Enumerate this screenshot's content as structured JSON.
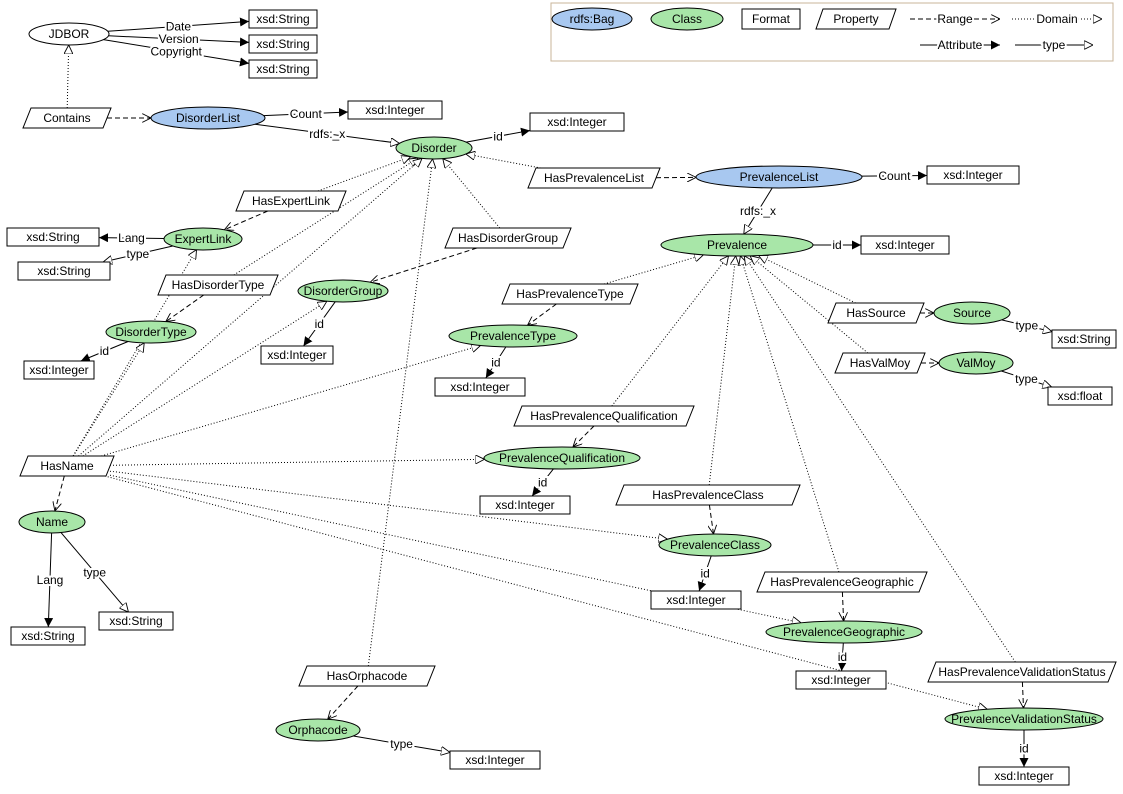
{
  "legend": {
    "bag": "rdfs:Bag",
    "class": "Class",
    "format": "Format",
    "property": "Property",
    "range": "Range",
    "domain": "Domain",
    "attribute": "Attribute",
    "type": "type"
  },
  "colors": {
    "class_fill": "#a8e6a8",
    "bag_fill": "#a8c8f0",
    "stroke": "#000000",
    "legend_border": "#c8b49a"
  },
  "nodes": [
    {
      "id": "jdbor",
      "kind": "root",
      "label": "JDBOR"
    },
    {
      "id": "s_date",
      "kind": "format",
      "label": "xsd:String"
    },
    {
      "id": "s_version",
      "kind": "format",
      "label": "xsd:String"
    },
    {
      "id": "s_copy",
      "kind": "format",
      "label": "xsd:String"
    },
    {
      "id": "contains",
      "kind": "property",
      "label": "Contains"
    },
    {
      "id": "disorderlist",
      "kind": "bag",
      "label": "DisorderList"
    },
    {
      "id": "i_dlcount",
      "kind": "format",
      "label": "xsd:Integer"
    },
    {
      "id": "disorder",
      "kind": "class",
      "label": "Disorder"
    },
    {
      "id": "i_disid",
      "kind": "format",
      "label": "xsd:Integer"
    },
    {
      "id": "hasprevlist",
      "kind": "property",
      "label": "HasPrevalenceList"
    },
    {
      "id": "prevlist",
      "kind": "bag",
      "label": "PrevalenceList"
    },
    {
      "id": "i_plcount",
      "kind": "format",
      "label": "xsd:Integer"
    },
    {
      "id": "hasexpertlink",
      "kind": "property",
      "label": "HasExpertLink"
    },
    {
      "id": "expertlink",
      "kind": "class",
      "label": "ExpertLink"
    },
    {
      "id": "s_el1",
      "kind": "format",
      "label": "xsd:String"
    },
    {
      "id": "s_el2",
      "kind": "format",
      "label": "xsd:String"
    },
    {
      "id": "hasdisordergroup",
      "kind": "property",
      "label": "HasDisorderGroup"
    },
    {
      "id": "prevalence",
      "kind": "class",
      "label": "Prevalence"
    },
    {
      "id": "i_previd",
      "kind": "format",
      "label": "xsd:Integer"
    },
    {
      "id": "hasdisordertype",
      "kind": "property",
      "label": "HasDisorderType"
    },
    {
      "id": "disordergroup",
      "kind": "class",
      "label": "DisorderGroup"
    },
    {
      "id": "i_dgid",
      "kind": "format",
      "label": "xsd:Integer"
    },
    {
      "id": "hasprevtype",
      "kind": "property",
      "label": "HasPrevalenceType"
    },
    {
      "id": "disordertype",
      "kind": "class",
      "label": "DisorderType"
    },
    {
      "id": "i_dtid",
      "kind": "format",
      "label": "xsd:Integer"
    },
    {
      "id": "prevtype",
      "kind": "class",
      "label": "PrevalenceType"
    },
    {
      "id": "i_ptid",
      "kind": "format",
      "label": "xsd:Integer"
    },
    {
      "id": "hassource",
      "kind": "property",
      "label": "HasSource"
    },
    {
      "id": "source",
      "kind": "class",
      "label": "Source"
    },
    {
      "id": "s_source",
      "kind": "format",
      "label": "xsd:String"
    },
    {
      "id": "hasvalmoy",
      "kind": "property",
      "label": "HasValMoy"
    },
    {
      "id": "valmoy",
      "kind": "class",
      "label": "ValMoy"
    },
    {
      "id": "f_valmoy",
      "kind": "format",
      "label": "xsd:float"
    },
    {
      "id": "hasprevqual",
      "kind": "property",
      "label": "HasPrevalenceQualification"
    },
    {
      "id": "prevqual",
      "kind": "class",
      "label": "PrevalenceQualification"
    },
    {
      "id": "i_pqid",
      "kind": "format",
      "label": "xsd:Integer"
    },
    {
      "id": "hasname",
      "kind": "property",
      "label": "HasName"
    },
    {
      "id": "name",
      "kind": "class",
      "label": "Name"
    },
    {
      "id": "s_name1",
      "kind": "format",
      "label": "xsd:String"
    },
    {
      "id": "s_name2",
      "kind": "format",
      "label": "xsd:String"
    },
    {
      "id": "hasprevclass",
      "kind": "property",
      "label": "HasPrevalenceClass"
    },
    {
      "id": "prevclass",
      "kind": "class",
      "label": "PrevalenceClass"
    },
    {
      "id": "i_pcid",
      "kind": "format",
      "label": "xsd:Integer"
    },
    {
      "id": "hasprevgeo",
      "kind": "property",
      "label": "HasPrevalenceGeographic"
    },
    {
      "id": "prevgeo",
      "kind": "class",
      "label": "PrevalenceGeographic"
    },
    {
      "id": "i_pgid",
      "kind": "format",
      "label": "xsd:Integer"
    },
    {
      "id": "hasorphacode",
      "kind": "property",
      "label": "HasOrphacode"
    },
    {
      "id": "orphacode",
      "kind": "class",
      "label": "Orphacode"
    },
    {
      "id": "i_orpha",
      "kind": "format",
      "label": "xsd:Integer"
    },
    {
      "id": "hasprevval",
      "kind": "property",
      "label": "HasPrevalenceValidationStatus"
    },
    {
      "id": "prevval",
      "kind": "class",
      "label": "PrevalenceValidationStatus"
    },
    {
      "id": "i_pvid",
      "kind": "format",
      "label": "xsd:Integer"
    }
  ],
  "edges": [
    {
      "from": "jdbor",
      "to": "s_date",
      "style": "attribute",
      "label": "Date"
    },
    {
      "from": "jdbor",
      "to": "s_version",
      "style": "attribute",
      "label": "Version"
    },
    {
      "from": "jdbor",
      "to": "s_copy",
      "style": "attribute",
      "label": "Copyright"
    },
    {
      "from": "contains",
      "to": "jdbor",
      "style": "domain",
      "label": ""
    },
    {
      "from": "contains",
      "to": "disorderlist",
      "style": "range",
      "label": ""
    },
    {
      "from": "disorderlist",
      "to": "i_dlcount",
      "style": "attribute",
      "label": "Count"
    },
    {
      "from": "disorderlist",
      "to": "disorder",
      "style": "type",
      "label": "rdfs:_x"
    },
    {
      "from": "disorder",
      "to": "i_disid",
      "style": "attribute",
      "label": "id"
    },
    {
      "from": "hasprevlist",
      "to": "disorder",
      "style": "domain",
      "label": ""
    },
    {
      "from": "hasprevlist",
      "to": "prevlist",
      "style": "range",
      "label": ""
    },
    {
      "from": "prevlist",
      "to": "i_plcount",
      "style": "attribute",
      "label": "Count"
    },
    {
      "from": "prevlist",
      "to": "prevalence",
      "style": "type",
      "label": "rdfs:_x"
    },
    {
      "from": "prevalence",
      "to": "i_previd",
      "style": "attribute",
      "label": "id"
    },
    {
      "from": "hasexpertlink",
      "to": "disorder",
      "style": "domain",
      "label": ""
    },
    {
      "from": "hasexpertlink",
      "to": "expertlink",
      "style": "range",
      "label": ""
    },
    {
      "from": "expertlink",
      "to": "s_el1",
      "style": "attribute",
      "label": "Lang"
    },
    {
      "from": "expertlink",
      "to": "s_el2",
      "style": "type",
      "label": "type"
    },
    {
      "from": "hasdisordergroup",
      "to": "disorder",
      "style": "domain",
      "label": ""
    },
    {
      "from": "hasdisordergroup",
      "to": "disordergroup",
      "style": "range",
      "label": ""
    },
    {
      "from": "disordergroup",
      "to": "i_dgid",
      "style": "attribute",
      "label": "id"
    },
    {
      "from": "hasdisordertype",
      "to": "disorder",
      "style": "domain",
      "label": ""
    },
    {
      "from": "hasdisordertype",
      "to": "disordertype",
      "style": "range",
      "label": ""
    },
    {
      "from": "disordertype",
      "to": "i_dtid",
      "style": "attribute",
      "label": "id"
    },
    {
      "from": "hasprevtype",
      "to": "prevalence",
      "style": "domain",
      "label": ""
    },
    {
      "from": "hasprevtype",
      "to": "prevtype",
      "style": "range",
      "label": ""
    },
    {
      "from": "prevtype",
      "to": "i_ptid",
      "style": "attribute",
      "label": "id"
    },
    {
      "from": "hassource",
      "to": "prevalence",
      "style": "domain",
      "label": ""
    },
    {
      "from": "hassource",
      "to": "source",
      "style": "range",
      "label": ""
    },
    {
      "from": "source",
      "to": "s_source",
      "style": "type",
      "label": "type"
    },
    {
      "from": "hasvalmoy",
      "to": "prevalence",
      "style": "domain",
      "label": ""
    },
    {
      "from": "hasvalmoy",
      "to": "valmoy",
      "style": "range",
      "label": ""
    },
    {
      "from": "valmoy",
      "to": "f_valmoy",
      "style": "type",
      "label": "type"
    },
    {
      "from": "hasprevqual",
      "to": "prevalence",
      "style": "domain",
      "label": ""
    },
    {
      "from": "hasprevqual",
      "to": "prevqual",
      "style": "range",
      "label": ""
    },
    {
      "from": "prevqual",
      "to": "i_pqid",
      "style": "attribute",
      "label": "id"
    },
    {
      "from": "hasname",
      "to": "disorder",
      "style": "domain",
      "label": ""
    },
    {
      "from": "hasname",
      "to": "expertlink",
      "style": "domain",
      "label": ""
    },
    {
      "from": "hasname",
      "to": "disordergroup",
      "style": "domain",
      "label": ""
    },
    {
      "from": "hasname",
      "to": "disordertype",
      "style": "domain",
      "label": ""
    },
    {
      "from": "hasname",
      "to": "prevtype",
      "style": "domain",
      "label": ""
    },
    {
      "from": "hasname",
      "to": "prevqual",
      "style": "domain",
      "label": ""
    },
    {
      "from": "hasname",
      "to": "prevclass",
      "style": "domain",
      "label": ""
    },
    {
      "from": "hasname",
      "to": "prevgeo",
      "style": "domain",
      "label": ""
    },
    {
      "from": "hasname",
      "to": "prevval",
      "style": "domain",
      "label": ""
    },
    {
      "from": "hasname",
      "to": "name",
      "style": "range",
      "label": ""
    },
    {
      "from": "name",
      "to": "s_name1",
      "style": "attribute",
      "label": "Lang"
    },
    {
      "from": "name",
      "to": "s_name2",
      "style": "type",
      "label": "type"
    },
    {
      "from": "hasprevclass",
      "to": "prevalence",
      "style": "domain",
      "label": ""
    },
    {
      "from": "hasprevclass",
      "to": "prevclass",
      "style": "range",
      "label": ""
    },
    {
      "from": "prevclass",
      "to": "i_pcid",
      "style": "attribute",
      "label": "id"
    },
    {
      "from": "hasprevgeo",
      "to": "prevalence",
      "style": "domain",
      "label": ""
    },
    {
      "from": "hasprevgeo",
      "to": "prevgeo",
      "style": "range",
      "label": ""
    },
    {
      "from": "prevgeo",
      "to": "i_pgid",
      "style": "attribute",
      "label": "id"
    },
    {
      "from": "hasorphacode",
      "to": "disorder",
      "style": "domain",
      "label": ""
    },
    {
      "from": "hasorphacode",
      "to": "orphacode",
      "style": "range",
      "label": ""
    },
    {
      "from": "orphacode",
      "to": "i_orpha",
      "style": "type",
      "label": "type"
    },
    {
      "from": "hasprevval",
      "to": "prevalence",
      "style": "domain",
      "label": ""
    },
    {
      "from": "hasprevval",
      "to": "prevval",
      "style": "range",
      "label": ""
    },
    {
      "from": "prevval",
      "to": "i_pvid",
      "style": "attribute",
      "label": "id"
    }
  ]
}
